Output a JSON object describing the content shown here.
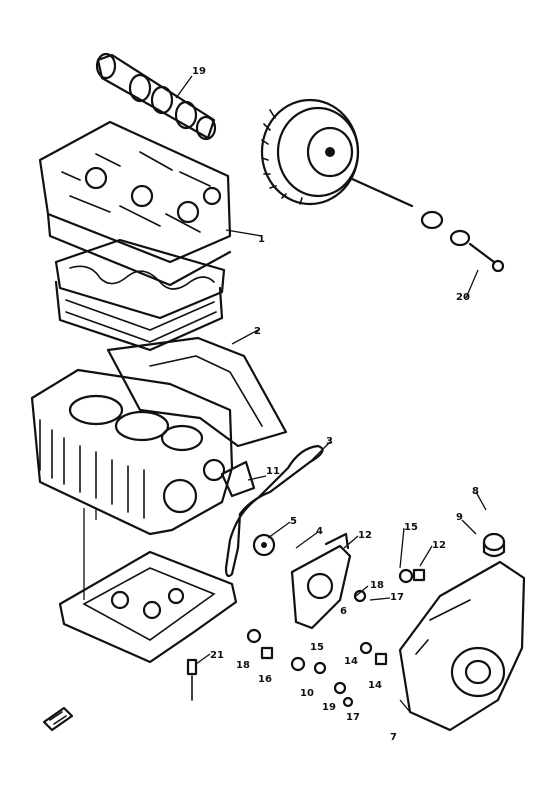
{
  "callouts": {
    "c1": "1",
    "c2": "2",
    "c3": "3",
    "c4": "4",
    "c5": "5",
    "c6": "6",
    "c7": "7",
    "c8": "8",
    "c9": "9",
    "c10": "10",
    "c11": "11",
    "c12a": "12",
    "c12b": "12",
    "c14a": "14",
    "c14b": "14",
    "c15": "15",
    "c16": "16",
    "c17a": "17",
    "c17b": "17",
    "c18a": "18",
    "c18b": "18",
    "c19": "19",
    "c20": "20",
    "c21": "21"
  }
}
